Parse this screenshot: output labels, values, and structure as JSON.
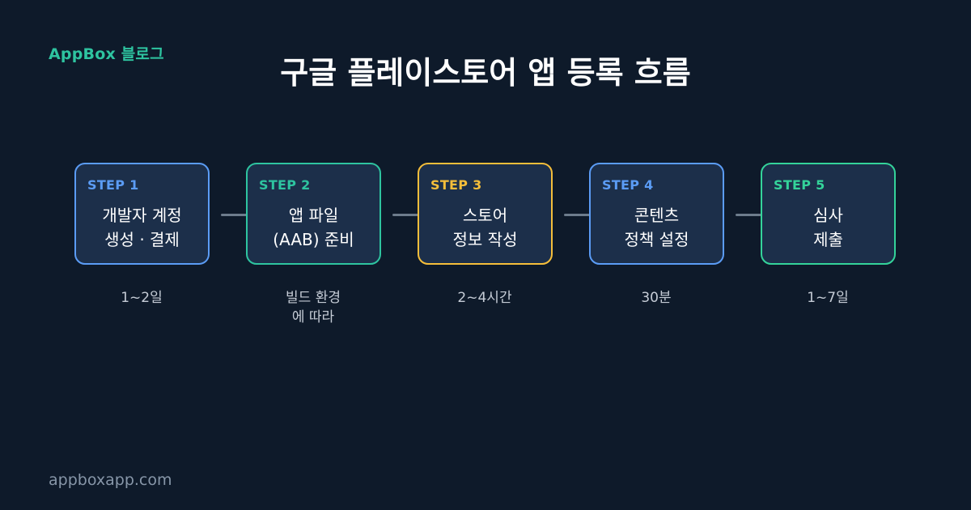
{
  "brand": "AppBox 블로그",
  "title": "구글 플레이스토어 앱 등록 흐름",
  "footer": "appboxapp.com",
  "steps": [
    {
      "label": "STEP 1",
      "text": "개발자 계정\n생성 · 결제",
      "note": "1~2일",
      "color": "#5b9cf5"
    },
    {
      "label": "STEP 2",
      "text": "앱 파일\n(AAB) 준비",
      "note": "빌드 환경\n에 따라",
      "color": "#2ec4a0"
    },
    {
      "label": "STEP 3",
      "text": "스토어\n정보 작성",
      "note": "2~4시간",
      "color": "#f5be3a"
    },
    {
      "label": "STEP 4",
      "text": "콘텐츠\n정책 설정",
      "note": "30분",
      "color": "#5b9cf5"
    },
    {
      "label": "STEP 5",
      "text": "심사\n제출",
      "note": "1~7일",
      "color": "#34d39a"
    }
  ]
}
